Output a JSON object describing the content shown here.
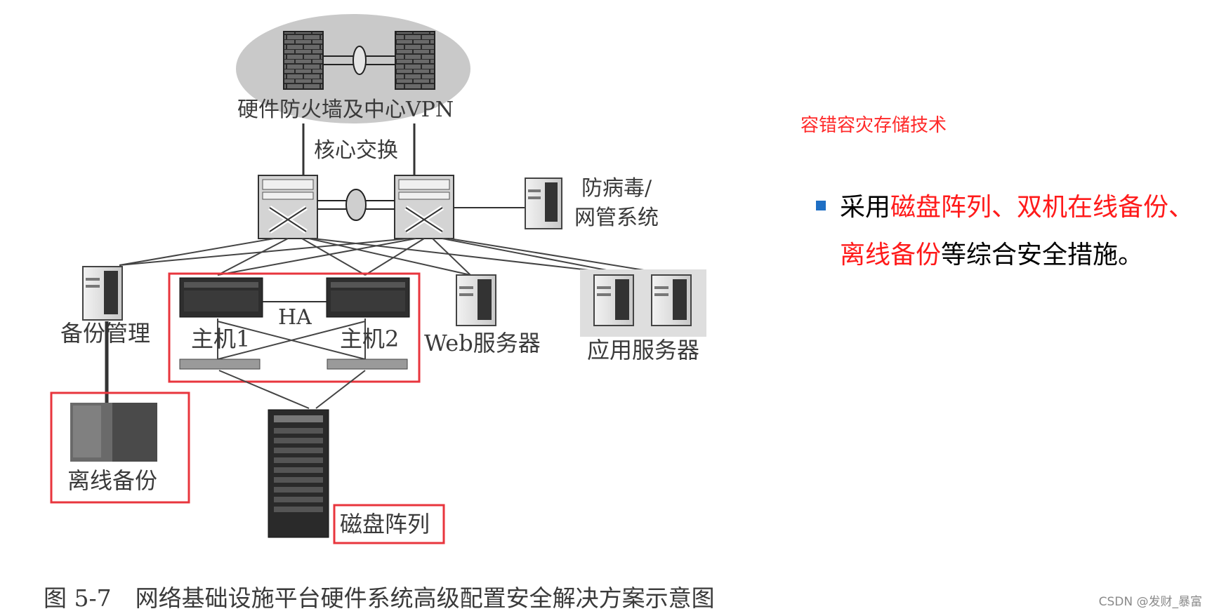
{
  "diagram": {
    "labels": {
      "firewall": "硬件防火墙及中心VPN",
      "core_switch": "核心交换",
      "antivirus_line1": "防病毒/",
      "antivirus_line2": "网管系统",
      "backup_mgmt": "备份管理",
      "ha": "HA",
      "host1": "主机1",
      "host2": "主机2",
      "web_server": "Web服务器",
      "app_server": "应用服务器",
      "offline_backup": "离线备份",
      "disk_array": "磁盘阵列"
    },
    "caption_fig": "图 5-7",
    "caption_text": "网络基础设施平台硬件系统高级配置安全解决方案示意图",
    "highlight_color": "#e8353d"
  },
  "notes": {
    "title": "容错容灾存储技术",
    "bullet_prefix": "采用",
    "bullet_highlight_1": "磁盘阵列、双机在线备份、",
    "bullet_highlight_2": "离线备份",
    "bullet_suffix": "等综合安全措施。"
  },
  "watermark": "CSDN @发财_暴富"
}
